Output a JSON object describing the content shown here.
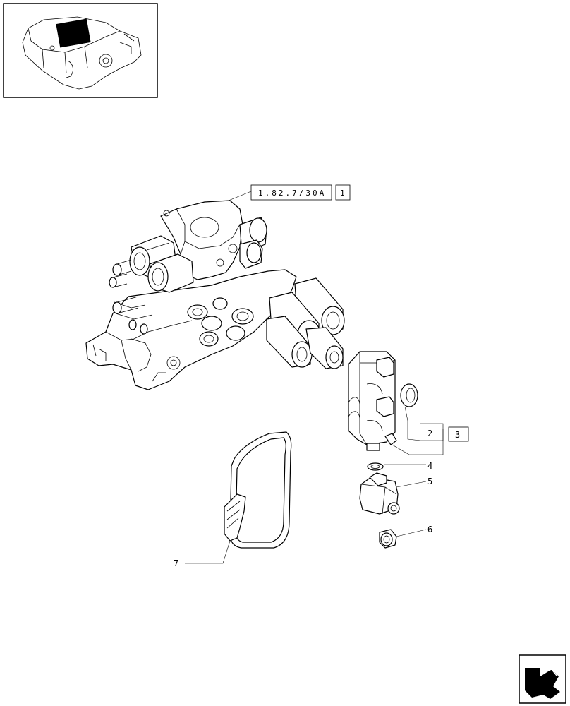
{
  "reference": {
    "code": "1.82.7/30A",
    "qty": "1"
  },
  "callouts": [
    {
      "id": "2"
    },
    {
      "id": "3"
    },
    {
      "id": "4"
    },
    {
      "id": "5"
    },
    {
      "id": "6"
    },
    {
      "id": "7"
    }
  ]
}
